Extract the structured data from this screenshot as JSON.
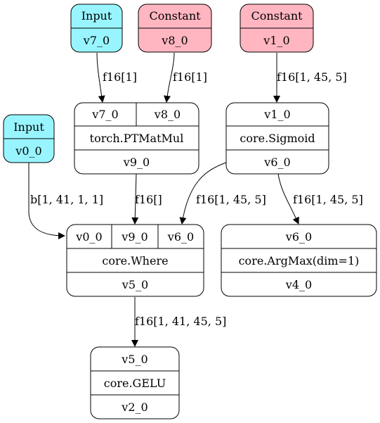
{
  "colors": {
    "input": "#98f5ff",
    "constant": "#ffb6c1",
    "stroke": "#000000",
    "op": "#ffffff"
  },
  "nodes": {
    "in_v7": {
      "head": "Input",
      "out": "v7_0"
    },
    "c_v8": {
      "head": "Constant",
      "out": "v8_0"
    },
    "c_v1": {
      "head": "Constant",
      "out": "v1_0"
    },
    "in_v0": {
      "head": "Input",
      "out": "v0_0"
    },
    "matmul": {
      "inputs": [
        "v7_0",
        "v8_0"
      ],
      "op": "torch.PTMatMul",
      "out": "v9_0"
    },
    "sigmoid": {
      "inputs": [
        "v1_0"
      ],
      "op": "core.Sigmoid",
      "out": "v6_0"
    },
    "where": {
      "inputs": [
        "v0_0",
        "v9_0",
        "v6_0"
      ],
      "op": "core.Where",
      "out": "v5_0"
    },
    "argmax": {
      "inputs": [
        "v6_0"
      ],
      "op": "core.ArgMax(dim=1)",
      "out": "v4_0"
    },
    "gelu": {
      "inputs": [
        "v5_0"
      ],
      "op": "core.GELU",
      "out": "v2_0"
    }
  },
  "edges": {
    "e_v7_matmul": "f16[1]",
    "e_v8_matmul": "f16[1]",
    "e_v1_sigmoid": "f16[1, 45, 5]",
    "e_v0_where": "b[1, 41, 1, 1]",
    "e_v9_where": "f16[]",
    "e_v6_where": "f16[1, 45, 5]",
    "e_v6_argmax": "f16[1, 45, 5]",
    "e_v5_gelu": "f16[1, 41, 45, 5]"
  }
}
